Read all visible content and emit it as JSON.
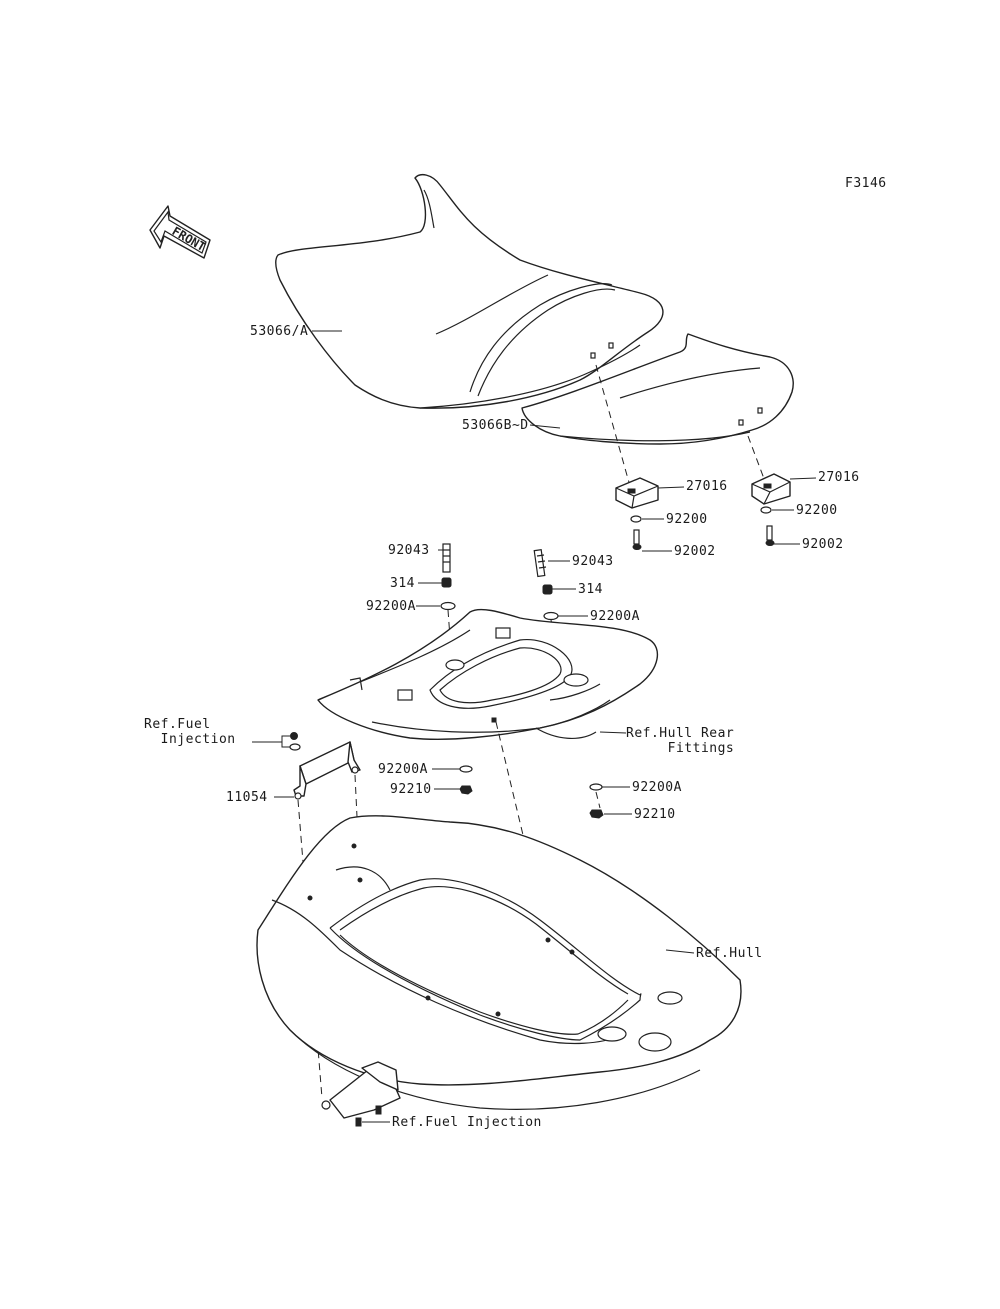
{
  "figure_code": "F3146",
  "front_arrow_text": "FRONT",
  "labels": {
    "front_seat": "53066/A",
    "rear_seat": "53066B~D",
    "bracket_left": "27016",
    "bracket_right": "27016",
    "washer_left": "92200",
    "washer_right": "92200",
    "bolt_left": "92002",
    "bolt_right": "92002",
    "stud_left": "92043",
    "stud_right": "92043",
    "collar_left": "314",
    "collar_right": "314",
    "washer_a_upper_left": "92200A",
    "washer_a_upper_right": "92200A",
    "ref_fuel_injection_top": "Ref.Fuel\n  Injection",
    "bracket_11054": "11054",
    "ref_hull_rear_fittings": "Ref.Hull Rear\n     Fittings",
    "washer_a_lower_left": "92200A",
    "nut_lower_left": "92210",
    "washer_a_lower_right": "92200A",
    "nut_lower_right": "92210",
    "ref_hull": "Ref.Hull",
    "ref_fuel_injection_bottom": "Ref.Fuel Injection"
  },
  "colors": {
    "line": "#222222",
    "background": "#ffffff"
  }
}
